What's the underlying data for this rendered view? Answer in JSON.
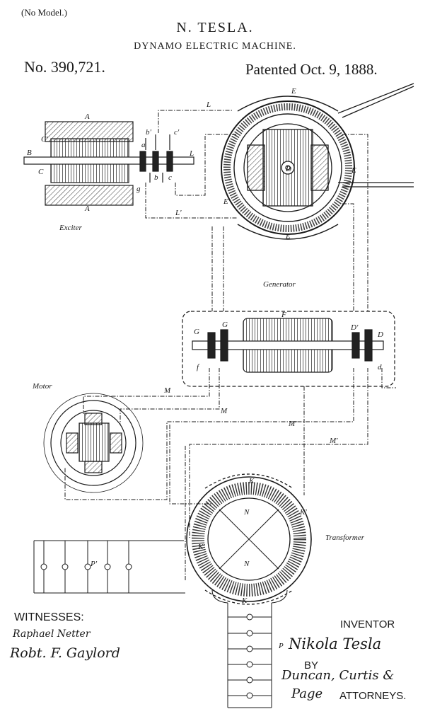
{
  "header": {
    "no_model": "(No Model.)",
    "inventor": "N. TESLA.",
    "title": "DYNAMO ELECTRIC MACHINE.",
    "patent_number": "No. 390,721.",
    "patented": "Patented Oct. 9, 1888."
  },
  "captions": {
    "exciter": "Exciter",
    "generator": "Generator",
    "motor": "Motor",
    "transformer": "Transformer"
  },
  "labels": {
    "A_top": "A",
    "A_bot": "A",
    "B": "B",
    "C": "C",
    "C2": "C'",
    "a": "a",
    "b": "b",
    "b2": "b'",
    "c": "c",
    "c2": "c'",
    "g": "g",
    "L_top": "L",
    "L_mid": "L",
    "L_prime": "L'",
    "E_top": "E",
    "E_bot": "E",
    "E_left": "E",
    "E_right": "E",
    "D": "D",
    "F": "F",
    "G_left": "G",
    "G_right": "G",
    "D_prime": "D'",
    "D_right": "D",
    "f": "f",
    "d": "d",
    "M_top": "M",
    "M_mid": "M",
    "M_prime1": "M'",
    "M_prime2": "M'",
    "K_top": "K",
    "K_bot": "K",
    "K_right": "K'",
    "K_left": "K'",
    "N_top": "N",
    "N_bot": "N",
    "P_prime": "P'",
    "P": "P"
  },
  "footer": {
    "witnesses": "WITNESSES:",
    "witness1": "Raphael Netter",
    "witness2": "Robt. F. Gaylord",
    "inventor_label": "INVENTOR",
    "inventor_signature": "Nikola Tesla",
    "by": "BY",
    "attorneys_signature_1": "Duncan, Curtis &",
    "attorneys_signature_2": "Page",
    "attorneys_label": "ATTORNEYS."
  }
}
